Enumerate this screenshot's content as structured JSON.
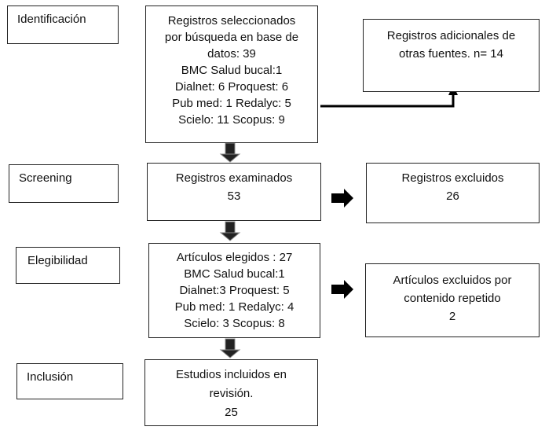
{
  "stages": {
    "identificacion": "Identificación",
    "screening": "Screening",
    "elegibilidad": "Elegibilidad",
    "inclusion": "Inclusión"
  },
  "boxes": {
    "seleccionados": [
      "Registros seleccionados",
      "por búsqueda en base de",
      "datos: 39",
      "BMC Salud bucal:1",
      "Dialnet: 6   Proquest: 6",
      "Pub med: 1 Redalyc: 5",
      "Scielo: 11 Scopus:  9"
    ],
    "adicionales": [
      "Registros adicionales de",
      "otras fuentes.  n= 14"
    ],
    "examinados": [
      "Registros examinados",
      "53"
    ],
    "excluidos": [
      "Registros excluidos",
      "26"
    ],
    "elegidos": [
      "Artículos elegidos : 27",
      "BMC Salud bucal:1",
      "Dialnet:3   Proquest: 5",
      "Pub med: 1 Redalyc: 4",
      "Scielo: 3   Scopus: 8"
    ],
    "excluidos_repetido": [
      "Artículos excluidos por",
      "contenido repetido",
      "2"
    ],
    "incluidos": [
      "Estudios incluidos en",
      "revisión.",
      "25"
    ]
  }
}
